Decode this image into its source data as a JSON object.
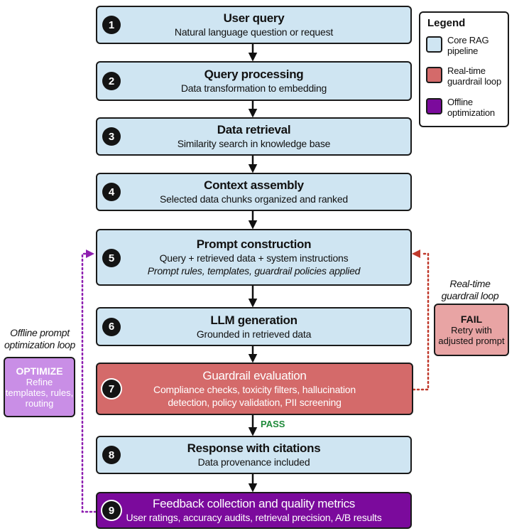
{
  "steps": [
    {
      "num": "1",
      "title": "User query",
      "sub": "Natural language question or request"
    },
    {
      "num": "2",
      "title": "Query processing",
      "sub": "Data transformation to embedding"
    },
    {
      "num": "3",
      "title": "Data retrieval",
      "sub": "Similarity search in knowledge base"
    },
    {
      "num": "4",
      "title": "Context assembly",
      "sub": "Selected data chunks organized and ranked"
    },
    {
      "num": "5",
      "title": "Prompt construction",
      "sub": "Query + retrieved data + system instructions",
      "note": "Prompt rules, templates, guardrail policies applied"
    },
    {
      "num": "6",
      "title": "LLM generation",
      "sub": "Grounded in retrieved data"
    },
    {
      "num": "7",
      "title": "Guardrail evaluation",
      "sub": "Compliance checks, toxicity filters, hallucination detection, policy validation, PII screening"
    },
    {
      "num": "8",
      "title": "Response with citations",
      "sub": "Data provenance included"
    },
    {
      "num": "9",
      "title": "Feedback collection and quality metrics",
      "sub": "User ratings, accuracy audits, retrieval precision, A/B results"
    }
  ],
  "legend": {
    "title": "Legend",
    "items": [
      {
        "label": "Core RAG pipeline",
        "color": "#cfe5f2"
      },
      {
        "label": "Real-time guardrail loop",
        "color": "#d46a6a"
      },
      {
        "label": "Offline optimization",
        "color": "#7b0a9c"
      }
    ]
  },
  "pass_label": "PASS",
  "realtime_loop": {
    "label": "Real-time guardrail loop",
    "box_head": "FAIL",
    "box_body": "Retry with adjusted prompt",
    "color": "#c0392b"
  },
  "offline_loop": {
    "label": "Offline prompt optimization loop",
    "box_head": "OPTIMIZE",
    "box_body": "Refine templates, rules, routing",
    "color": "#8e1fb0"
  }
}
